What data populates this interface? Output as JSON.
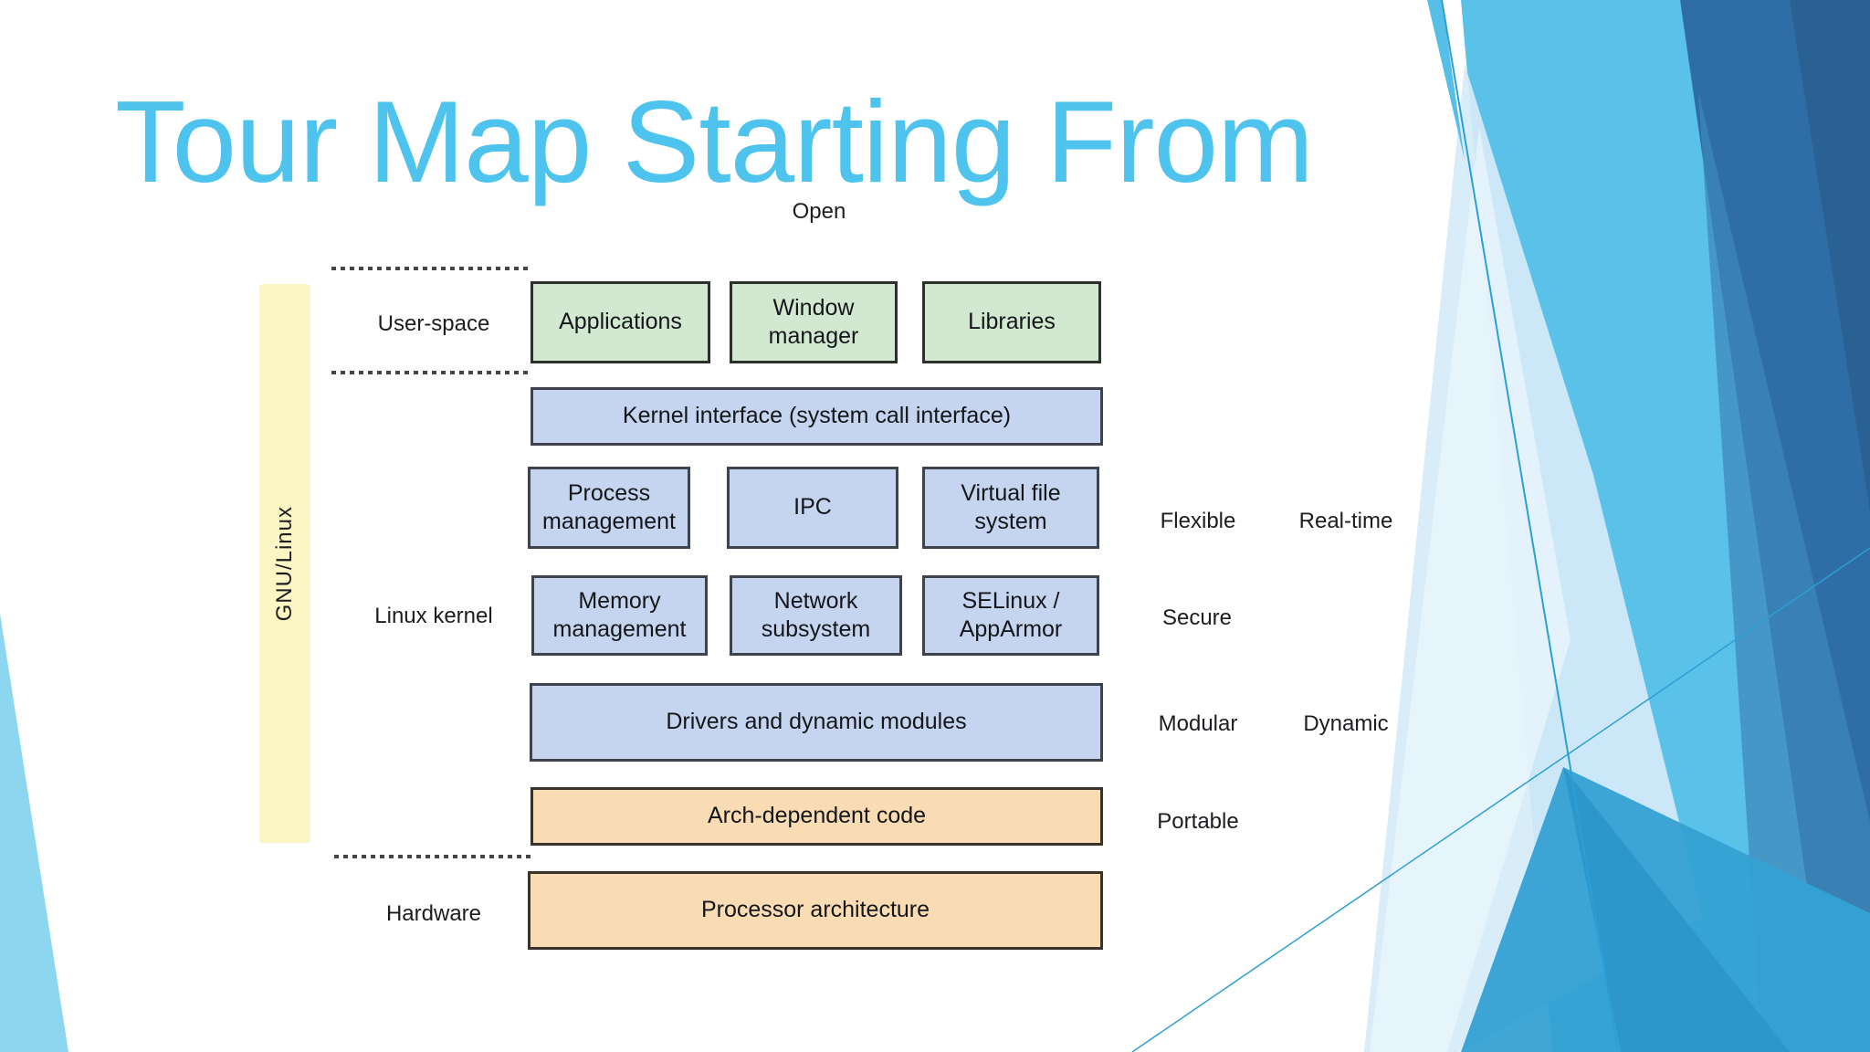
{
  "slide": {
    "title": "Tour Map Starting From"
  },
  "diagram": {
    "caption": "Open",
    "side_label": "GNU/Linux",
    "row_labels": {
      "user_space": "User-space",
      "linux_kernel": "Linux kernel",
      "hardware": "Hardware"
    },
    "user_space_boxes": [
      "Applications",
      "Window manager",
      "Libraries"
    ],
    "kernel_interface": "Kernel interface (system call interface)",
    "kernel_row1": [
      "Process management",
      "IPC",
      "Virtual file system"
    ],
    "kernel_row2": [
      "Memory management",
      "Network subsystem",
      "SELinux / AppArmor"
    ],
    "drivers": "Drivers and dynamic modules",
    "arch_code": "Arch-dependent code",
    "processor": "Processor architecture",
    "attributes": [
      "Flexible",
      "Real-time",
      "Secure",
      "Modular",
      "Dynamic",
      "Portable"
    ]
  },
  "colors": {
    "title_accent": "#4dc3ee",
    "user_space_box": "#d3e8d0",
    "kernel_box": "#c5d5ef",
    "hardware_box": "#fadcb4",
    "side_bar": "#fcf5c4",
    "facet_light_blue": "#5ac1e9",
    "facet_medium_blue": "#35a1d4",
    "facet_dark_blue": "#2e6da5",
    "facet_pale_blue": "#d6ecf8",
    "corner_wedge_blue": "#8cd6ef"
  }
}
